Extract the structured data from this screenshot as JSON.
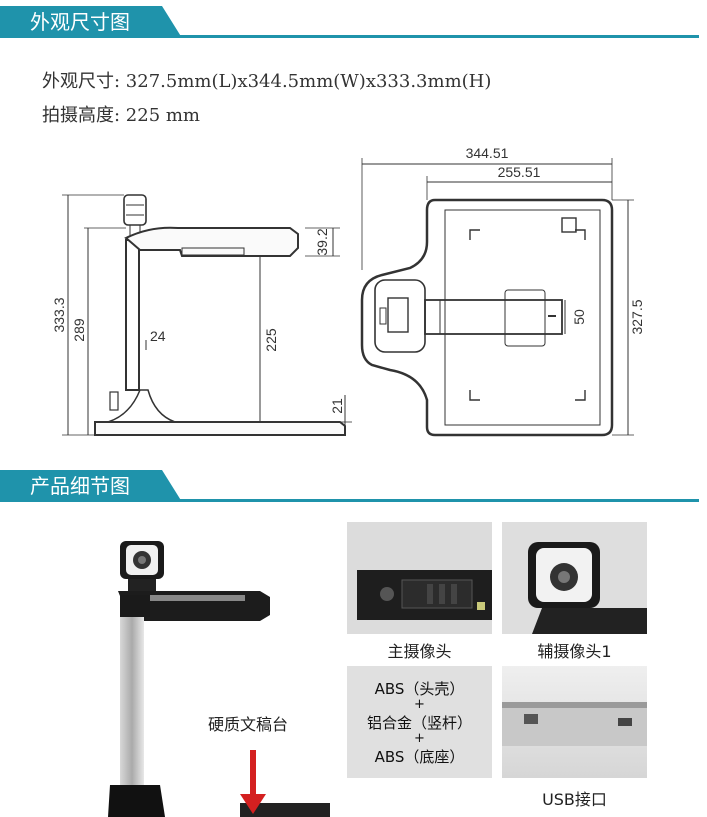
{
  "section1": {
    "title": "外观尺寸图"
  },
  "specs": {
    "size_line": "外观尺寸: 327.5mm(L)x344.5mm(W)x333.3mm(H)",
    "height_line": "拍摄高度: 225 mm"
  },
  "side_view": {
    "dims": {
      "total_height": "333.3",
      "arm_height": "289",
      "pole": "24",
      "shoot_height": "225",
      "head_depth": "39.2",
      "base": "21"
    }
  },
  "top_view": {
    "dims": {
      "width_outer": "344.51",
      "width_inner": "255.51",
      "length": "327.5",
      "arm": "50"
    }
  },
  "section2": {
    "title": "产品细节图"
  },
  "details": {
    "platform_label": "硬质文稿台",
    "main_camera": "主摄像头",
    "aux_camera": "辅摄像头1",
    "material": {
      "line1": "ABS（头壳）",
      "plus1": "+",
      "line2": "铝合金（竖杆）",
      "plus2": "+",
      "line3": "ABS（底座）"
    },
    "usb": "USB接口"
  },
  "colors": {
    "accent": "#1f93ab",
    "arrow": "#d42020"
  }
}
